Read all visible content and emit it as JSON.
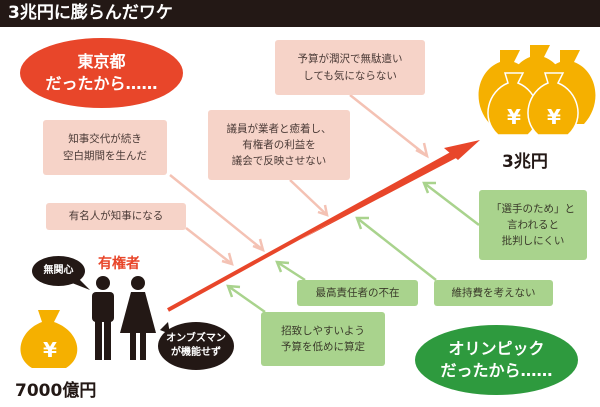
{
  "title": "3兆円に膨らんだワケ",
  "tokyo_label": "東京都\nだったから……",
  "olympic_label": "オリンピック\nだったから……",
  "pink_causes": [
    "予算が潤沢で無駄遣い\nしても気にならない",
    "知事交代が続き\n空白期間を生んだ",
    "議員が業者と癒着し、\n有権者の利益を\n議会で反映させない",
    "有名人が知事になる"
  ],
  "green_causes": [
    "「選手のため」と\n言われると\n批判しにくい",
    "最高責任者の不在",
    "維持費を考えない",
    "招致しやすいよう\n予算を低めに算定"
  ],
  "voters_label": "有権者",
  "bubble_indifferent": "無関心",
  "bubble_ombudsman": "オンブズマン\nが機能せず",
  "start_amount": "7000億円",
  "end_amount": "3兆円",
  "colors": {
    "red": "#e8462a",
    "green": "#2e9a3e",
    "pink": "#f6d3c8",
    "lightgreen": "#a9d38d",
    "gold": "#f5b000"
  }
}
